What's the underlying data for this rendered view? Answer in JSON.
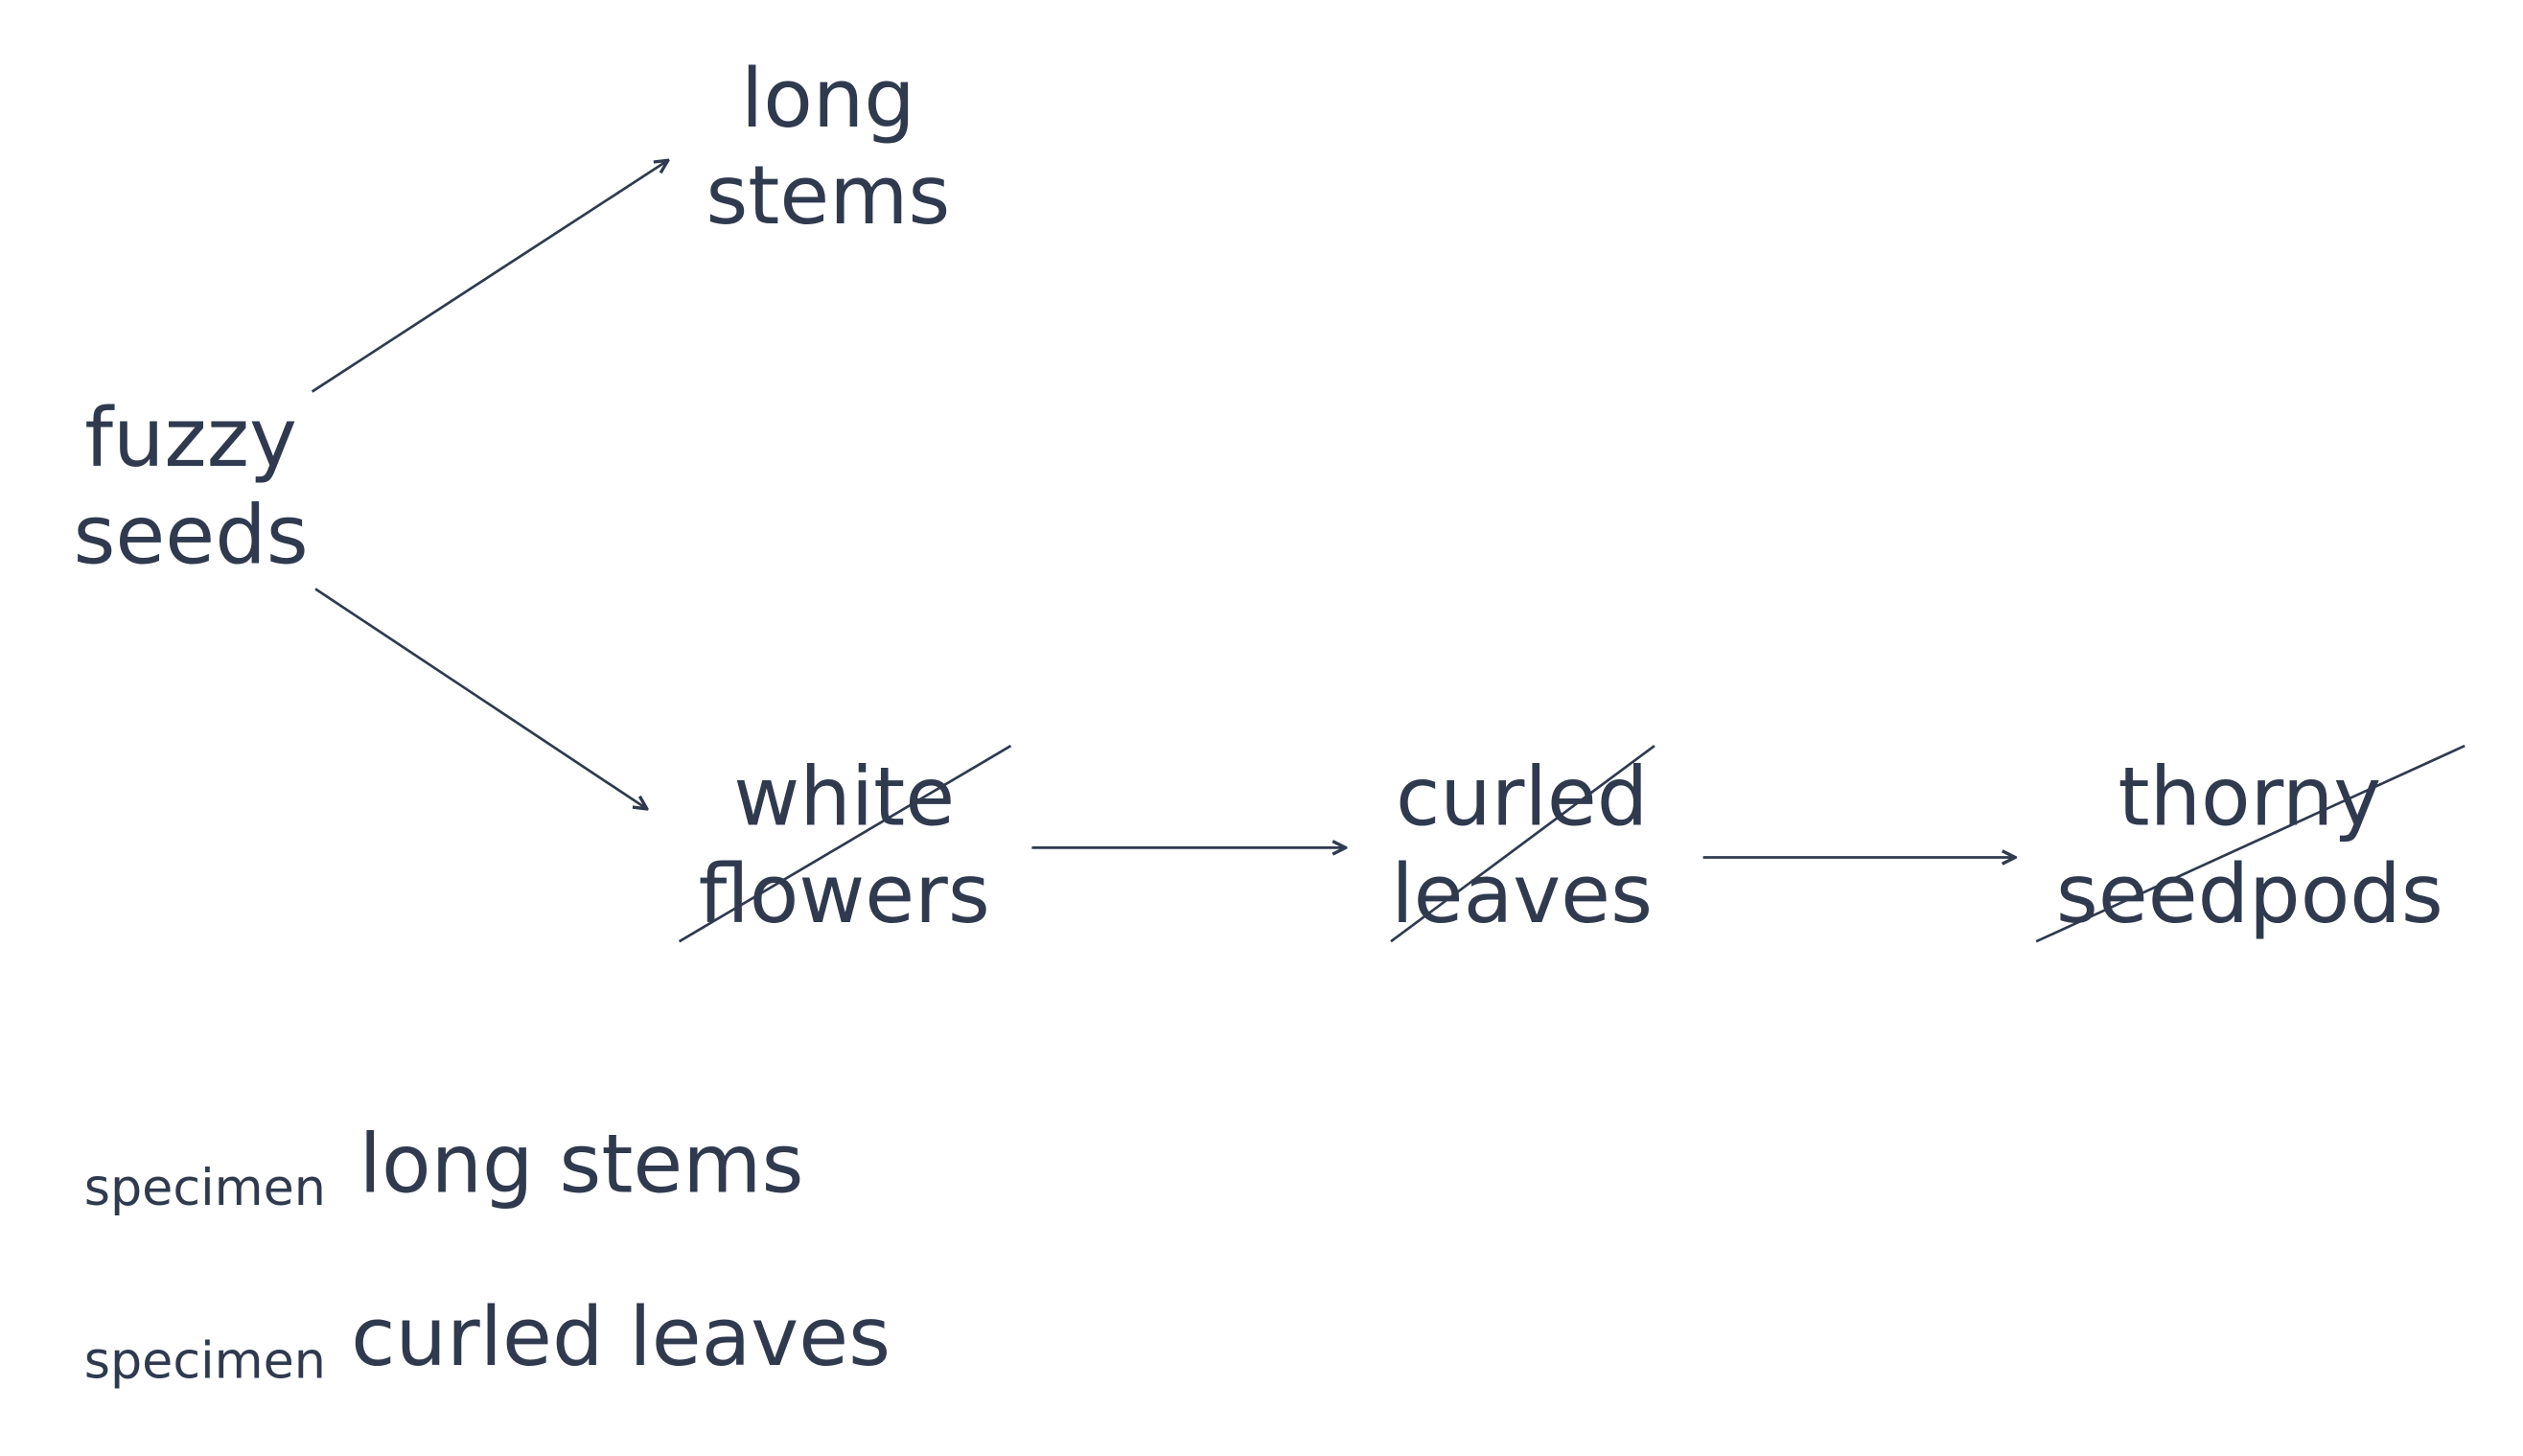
{
  "nodes": {
    "fuzzy_seeds": {
      "line1": "fuzzy",
      "line2": "seeds"
    },
    "long_stems": {
      "line1": "long",
      "line2": "stems"
    },
    "white_flowers": {
      "line1": "white",
      "line2": "flowers",
      "struck": true
    },
    "curled_leaves": {
      "line1": "curled",
      "line2": "leaves",
      "struck": true
    },
    "thorny_seedpods": {
      "line1": "thorny",
      "line2": "seedpods",
      "struck": true
    }
  },
  "edges": [
    {
      "from": "fuzzy seeds",
      "to": "long stems"
    },
    {
      "from": "fuzzy seeds",
      "to": "white flowers"
    },
    {
      "from": "white flowers",
      "to": "curled leaves"
    },
    {
      "from": "curled leaves",
      "to": "thorny seedpods"
    }
  ],
  "specimens": [
    {
      "prefix": "specimen",
      "label": "long stems"
    },
    {
      "prefix": "specimen",
      "label": "curled leaves"
    }
  ],
  "colors": {
    "ink": "#2f3a4f",
    "background": "#ffffff"
  }
}
